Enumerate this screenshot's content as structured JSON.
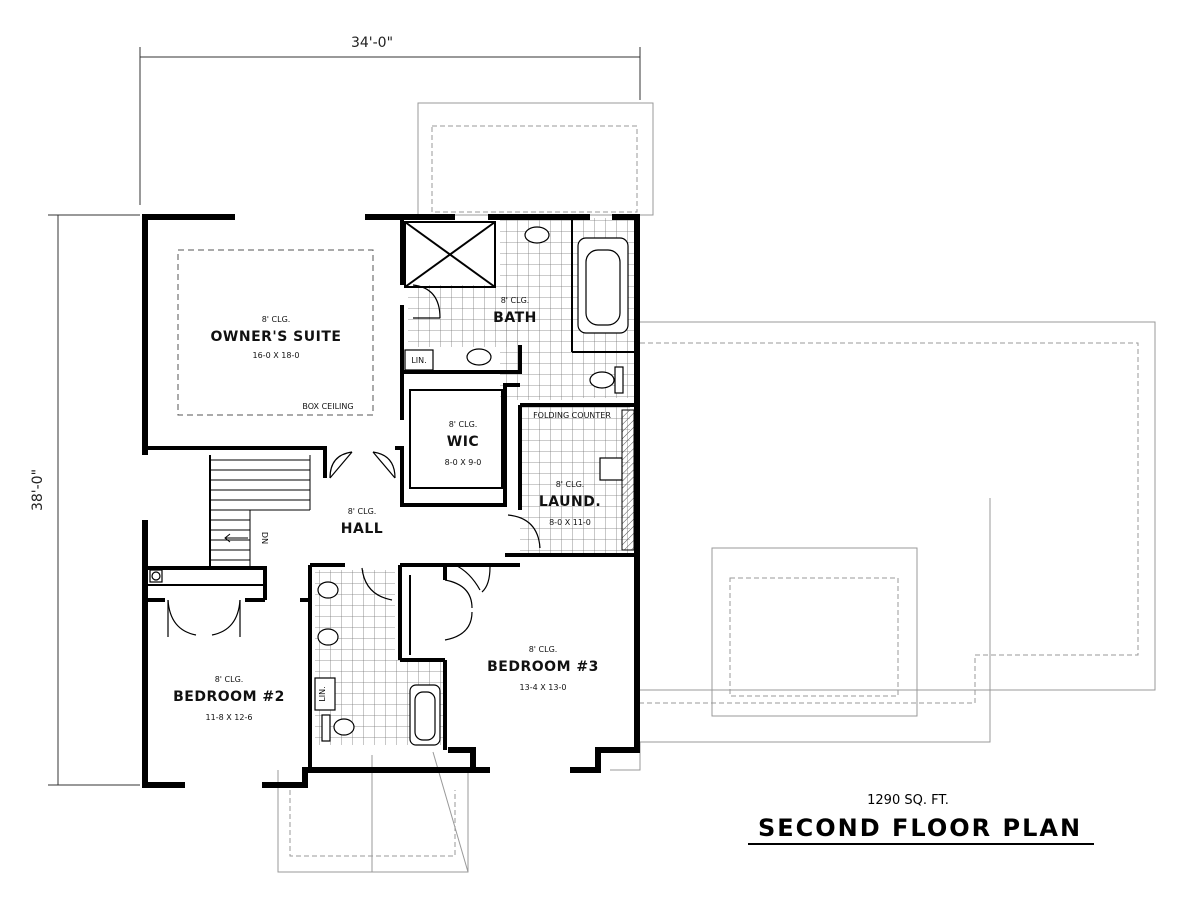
{
  "dimensions": {
    "width": "34'-0\"",
    "depth": "38'-0\""
  },
  "rooms": {
    "owners_suite": {
      "ceiling": "8' CLG.",
      "name": "OWNER'S SUITE",
      "size": "16-0 X 18-0",
      "note": "BOX CEILING"
    },
    "bath": {
      "ceiling": "8' CLG.",
      "name": "BATH",
      "lin": "LIN."
    },
    "wic": {
      "ceiling": "8' CLG.",
      "name": "WIC",
      "size": "8-0 X 9-0"
    },
    "laundry": {
      "ceiling": "8' CLG.",
      "name": "LAUND.",
      "size": "8-0 X 11-0",
      "counter": "FOLDING COUNTER"
    },
    "hall": {
      "ceiling": "8' CLG.",
      "name": "HALL",
      "stair": "DN"
    },
    "bedroom2": {
      "ceiling": "8' CLG.",
      "name": "BEDROOM #2",
      "size": "11-8 X 12-6"
    },
    "bedroom3": {
      "ceiling": "8' CLG.",
      "name": "BEDROOM #3",
      "size": "13-4 X 13-0"
    },
    "hall_bath": {
      "lin": "LIN."
    }
  },
  "summary": {
    "sqft": "1290 SQ. FT.",
    "title": "SECOND FLOOR PLAN"
  }
}
